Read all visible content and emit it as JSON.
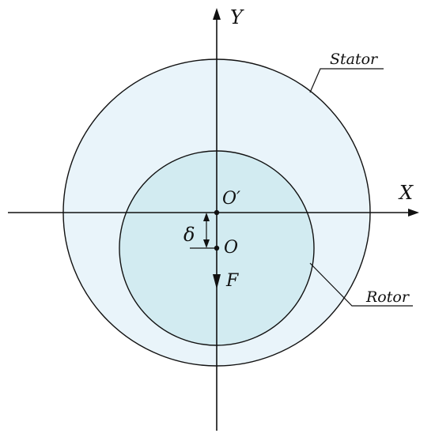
{
  "labels": {
    "y_axis": "Y",
    "x_axis": "X",
    "stator": "Stator",
    "rotor": "Rotor",
    "stator_center": "O′",
    "rotor_center": "O",
    "force": "F",
    "eccentricity": "δ"
  },
  "colors": {
    "stator_fill": "#e9f4fa",
    "rotor_fill": "#d2ebf1",
    "stroke": "#111111"
  }
}
